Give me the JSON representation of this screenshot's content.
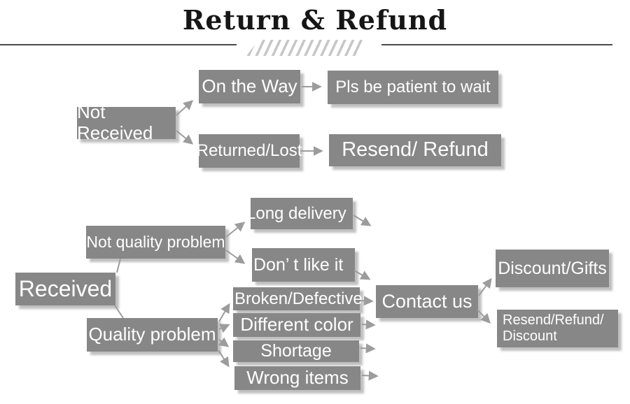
{
  "header": {
    "title": "Return & Refund"
  },
  "colors": {
    "node_bg": "#878787",
    "node_text": "#ffffff",
    "arrow": "#9c9c9c",
    "rule_line": "#4a4a4a",
    "hatch_stripes": "#c6c6c6",
    "title_text": "#161616",
    "background": "#ffffff"
  },
  "nodes": {
    "not_received": "Not Received",
    "on_the_way": "On the Way",
    "returned_lost": "Returned/Lost",
    "pls_wait": "Pls be patient to wait",
    "resend_refund": "Resend/ Refund",
    "received": "Received",
    "not_quality_problem": "Not quality problem",
    "quality_problem": "Quality problem",
    "long_delivery": "Long delivery",
    "dont_like_it": "Don’ t like it",
    "broken_defective": "Broken/Defective",
    "different_color": "Different color",
    "shortage": "Shortage",
    "wrong_items": "Wrong items",
    "contact_us": "Contact us",
    "discount_gifts": "Discount/Gifts",
    "resend_refund_discount": "Resend/Refund/\nDiscount"
  },
  "edges": [
    {
      "from": "not_received",
      "to": "on_the_way"
    },
    {
      "from": "not_received",
      "to": "returned_lost"
    },
    {
      "from": "on_the_way",
      "to": "pls_wait"
    },
    {
      "from": "returned_lost",
      "to": "resend_refund"
    },
    {
      "from": "received",
      "to": "not_quality_problem"
    },
    {
      "from": "received",
      "to": "quality_problem"
    },
    {
      "from": "not_quality_problem",
      "to": "long_delivery"
    },
    {
      "from": "not_quality_problem",
      "to": "dont_like_it"
    },
    {
      "from": "long_delivery",
      "to": "contact_us"
    },
    {
      "from": "dont_like_it",
      "to": "contact_us"
    },
    {
      "from": "quality_problem",
      "to": "broken_defective"
    },
    {
      "from": "quality_problem",
      "to": "different_color"
    },
    {
      "from": "quality_problem",
      "to": "shortage"
    },
    {
      "from": "quality_problem",
      "to": "wrong_items"
    },
    {
      "from": "broken_defective",
      "to": "contact_us"
    },
    {
      "from": "different_color",
      "to": "contact_us"
    },
    {
      "from": "shortage",
      "to": "contact_us"
    },
    {
      "from": "wrong_items",
      "to": "contact_us"
    },
    {
      "from": "contact_us",
      "to": "discount_gifts"
    },
    {
      "from": "contact_us",
      "to": "resend_refund_discount"
    }
  ]
}
